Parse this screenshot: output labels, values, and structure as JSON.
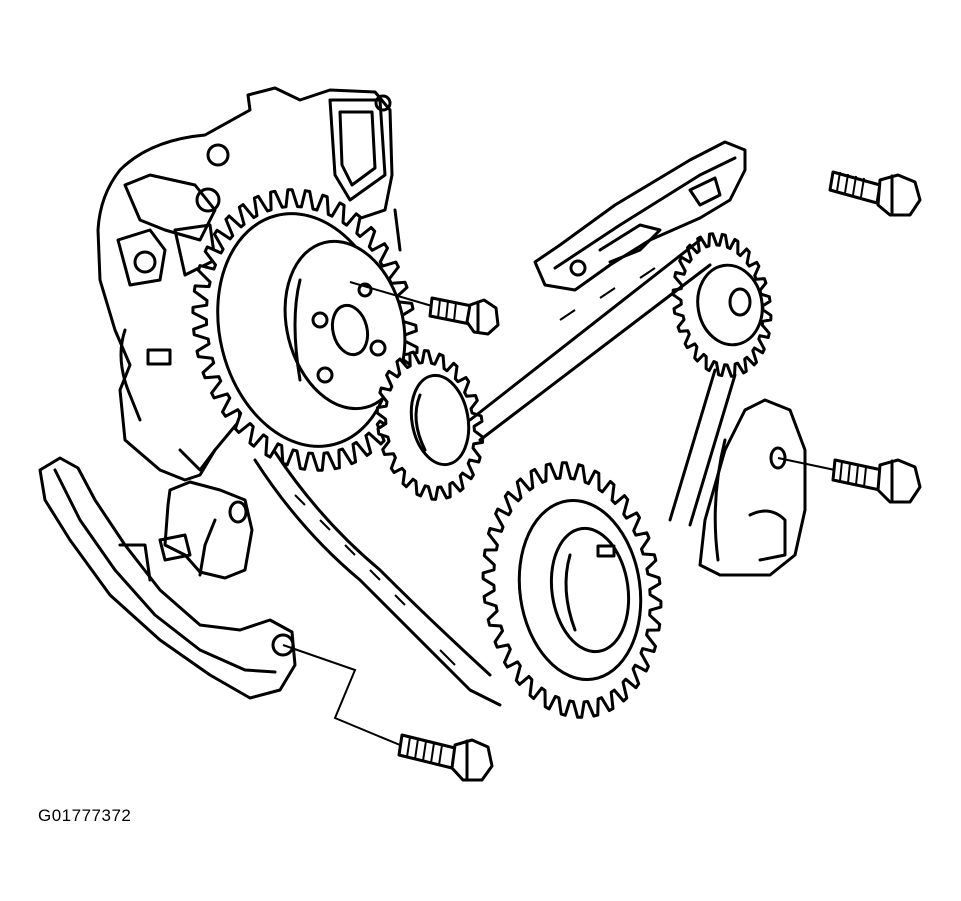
{
  "figure": {
    "id_label": "G01777372"
  },
  "components": [
    {
      "name": "oil-pump-housing"
    },
    {
      "name": "large-camshaft-sprocket"
    },
    {
      "name": "small-idler-sprocket"
    },
    {
      "name": "upper-right-sprocket"
    },
    {
      "name": "crankshaft-sprocket"
    },
    {
      "name": "upper-chain-guide"
    },
    {
      "name": "right-chain-tensioner"
    },
    {
      "name": "lower-chain-guide"
    },
    {
      "name": "tensioner-bracket"
    },
    {
      "name": "timing-chain"
    },
    {
      "name": "bolts",
      "count": 4
    }
  ],
  "colors": {
    "line": "#000000",
    "background": "#ffffff"
  }
}
